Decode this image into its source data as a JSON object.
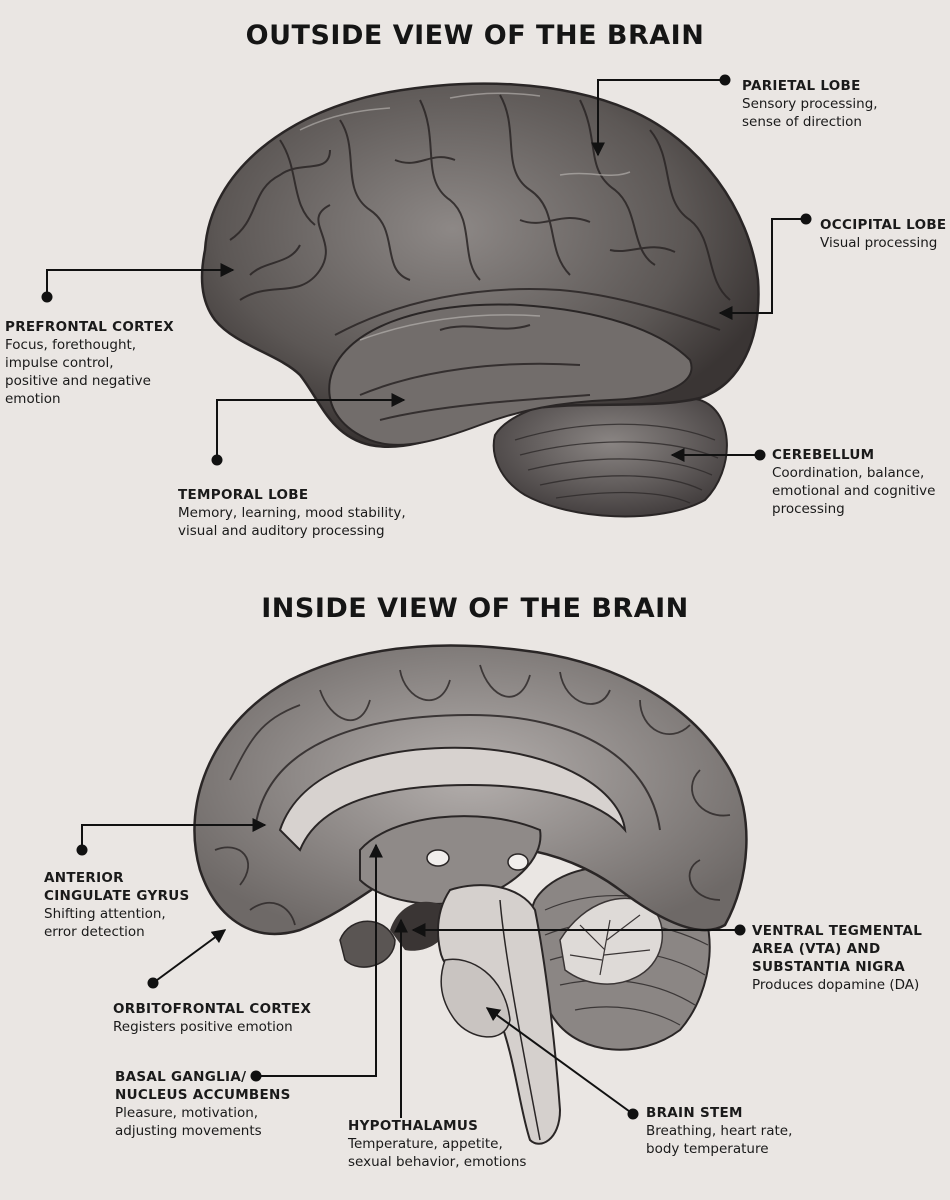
{
  "titles": {
    "outside": "OUTSIDE VIEW OF THE BRAIN",
    "inside": "INSIDE VIEW OF THE BRAIN"
  },
  "outside_labels": {
    "parietal": {
      "name": "PARIETAL LOBE",
      "desc": "Sensory processing,\nsense of direction"
    },
    "occipital": {
      "name": "OCCIPITAL LOBE",
      "desc": "Visual processing"
    },
    "prefrontal": {
      "name": "PREFRONTAL CORTEX",
      "desc": "Focus, forethought,\nimpulse control,\npositive and negative\nemotion"
    },
    "temporal": {
      "name": "TEMPORAL LOBE",
      "desc": "Memory, learning, mood stability,\nvisual and auditory processing"
    },
    "cerebellum": {
      "name": "CEREBELLUM",
      "desc": "Coordination, balance,\nemotional and cognitive\nprocessing"
    }
  },
  "inside_labels": {
    "acg": {
      "name": "ANTERIOR\nCINGULATE GYRUS",
      "desc": "Shifting attention,\nerror detection"
    },
    "vta": {
      "name": "VENTRAL TEGMENTAL\nAREA (VTA) AND\nSUBSTANTIA NIGRA",
      "desc": "Produces dopamine (DA)"
    },
    "ofc": {
      "name": "ORBITOFRONTAL CORTEX",
      "desc": "Registers positive emotion"
    },
    "basal": {
      "name": "BASAL GANGLIA/\nNUCLEUS ACCUMBENS",
      "desc": "Pleasure, motivation,\nadjusting movements"
    },
    "hypo": {
      "name": "HYPOTHALAMUS",
      "desc": "Temperature, appetite,\nsexual behavior, emotions"
    },
    "stem": {
      "name": "BRAIN STEM",
      "desc": "Breathing, heart rate,\nbody temperature"
    }
  }
}
